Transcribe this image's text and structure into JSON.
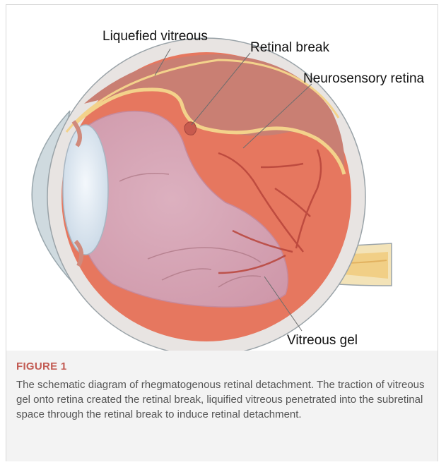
{
  "labels": {
    "liquefied_vitreous": "Liquefied vitreous",
    "retinal_break": "Retinal break",
    "neurosensory_retina": "Neurosensory retina",
    "vitreous_gel": "Vitreous gel"
  },
  "caption": {
    "label": "FIGURE 1",
    "text": "The schematic diagram of rhegmatogenous retinal detachment. The traction of vitreous gel onto retina created the retinal break, liquified vitreous penetrated into the subretinal space through the retinal break to induce retinal detachment."
  },
  "colors": {
    "sclera": "#e5e1df",
    "choroid": "#e07058",
    "liquefied_vitreous": "#c8786a",
    "retina_line": "#f3d28b",
    "vitreous_gel": "#d8a7b5",
    "lens": "#dfe9f2",
    "cornea": "#d2dde2",
    "optic_nerve": "#f3d28b",
    "accent": "#c25a52"
  }
}
